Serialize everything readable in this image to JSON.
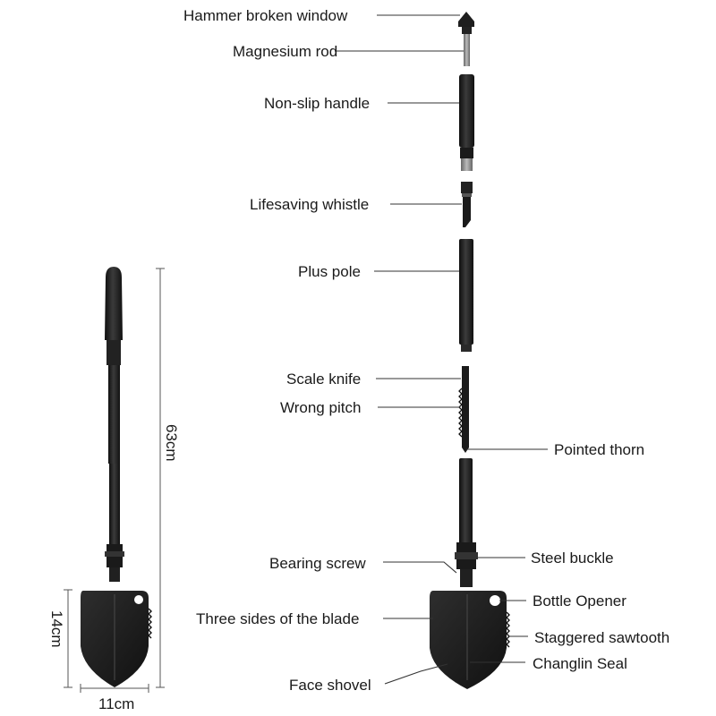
{
  "labels": {
    "hammer": "Hammer broken window",
    "magnesium": "Magnesium rod",
    "handle": "Non-slip handle",
    "whistle": "Lifesaving whistle",
    "plus_pole": "Plus pole",
    "scale_knife": "Scale knife",
    "wrong_pitch": "Wrong pitch",
    "pointed_thorn": "Pointed thorn",
    "steel_buckle": "Steel buckle",
    "bearing_screw": "Bearing screw",
    "bottle_opener": "Bottle Opener",
    "three_sides": "Three sides of the blade",
    "sawtooth": "Staggered sawtooth",
    "changlin": "Changlin Seal",
    "face_shovel": "Face shovel"
  },
  "dimensions": {
    "length": "63cm",
    "blade_height": "14cm",
    "width": "11cm"
  },
  "colors": {
    "shovel_body": "#1c1c1c",
    "highlight": "#3a3a3a",
    "metal": "#8a8a8a"
  }
}
